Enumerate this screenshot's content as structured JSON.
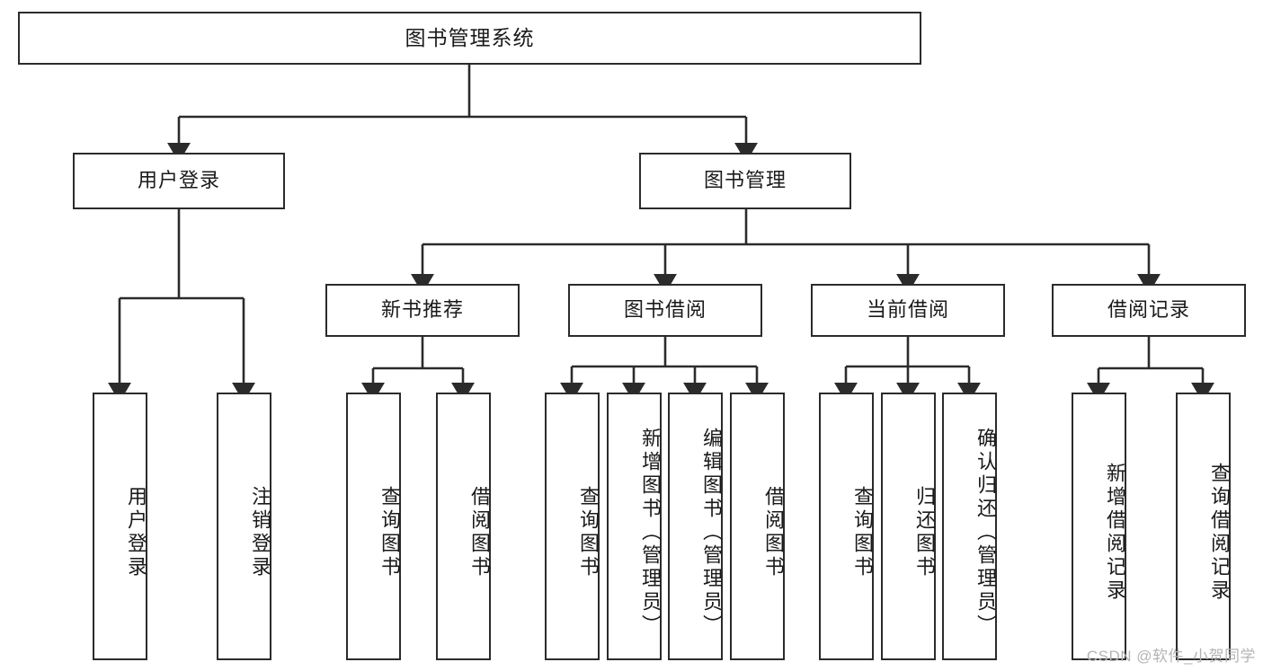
{
  "diagram": {
    "title": "图书管理系统",
    "type": "tree-hierarchy-diagram",
    "colors": {
      "stroke": "#2b2b2b",
      "fill": "#ffffff",
      "text": "#1a1a1a",
      "watermark": "#b4b4b4"
    },
    "levels": {
      "root": {
        "label": "图书管理系统"
      },
      "level2": [
        {
          "label": "用户登录"
        },
        {
          "label": "图书管理"
        }
      ],
      "level3": [
        {
          "label": "新书推荐"
        },
        {
          "label": "图书借阅"
        },
        {
          "label": "当前借阅"
        },
        {
          "label": "借阅记录"
        }
      ],
      "leaves": {
        "user_login": [
          {
            "label": "用户登录"
          },
          {
            "label": "注销登录"
          }
        ],
        "new_book_recommend": [
          {
            "label": "查询图书"
          },
          {
            "label": "借阅图书"
          }
        ],
        "book_borrow": [
          {
            "label": "查询图书"
          },
          {
            "label": "新增图书（管理员）"
          },
          {
            "label": "编辑图书（管理员）"
          },
          {
            "label": "借阅图书"
          }
        ],
        "current_borrow": [
          {
            "label": "查询图书"
          },
          {
            "label": "归还图书"
          },
          {
            "label": "确认归还（管理员）"
          }
        ],
        "borrow_record": [
          {
            "label": "新增借阅记录"
          },
          {
            "label": "查询借阅记录"
          }
        ]
      }
    }
  },
  "watermark": {
    "text": "CSDN @软件_小贺同学"
  }
}
